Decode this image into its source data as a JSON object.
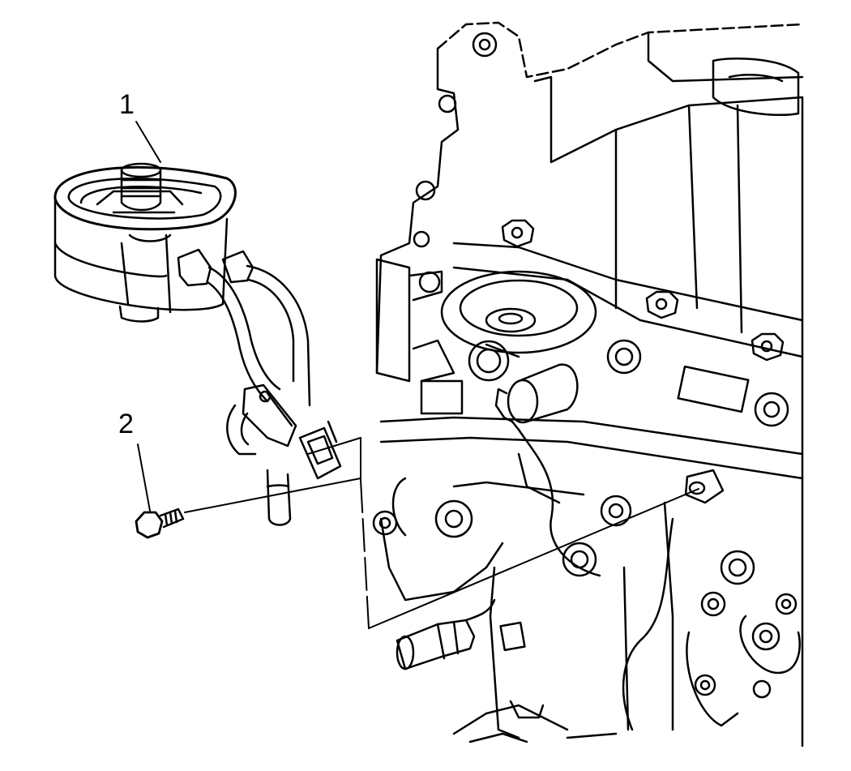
{
  "callouts": [
    {
      "id": "1",
      "label": "1",
      "part": "oil-cooler-assembly"
    },
    {
      "id": "2",
      "label": "2",
      "part": "oil-cooler-bolt"
    }
  ],
  "colors": {
    "line": "#000000",
    "background": "#ffffff"
  }
}
